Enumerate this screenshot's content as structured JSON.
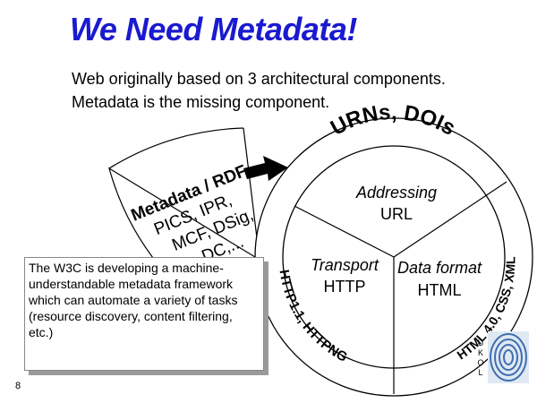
{
  "slide": {
    "title": "We Need Metadata!",
    "intro_line1": "Web originally based on 3 architectural components.",
    "intro_line2": "Metadata is the missing component.",
    "page_number": "8"
  },
  "wedge": {
    "lines": [
      "Metadata / RDF",
      "PICS, IPR,",
      "MCF, DSig,",
      "DC,..."
    ]
  },
  "circle": {
    "top_arc_label": "URNs, DOIs",
    "left_arc_label": "HTTP1.1, HTTPNG",
    "right_arc_label": "HTML 4.0, CSS, XML",
    "sectors": {
      "top": {
        "title": "Addressing",
        "sub": "URL"
      },
      "left": {
        "title": "Transport",
        "sub": "HTTP"
      },
      "right": {
        "title": "Data format",
        "sub": "HTML"
      }
    }
  },
  "callout": {
    "text": "The W3C is developing a machine-understandable metadata framework which can automate a variety of tasks (resource discovery, content filtering, etc.)"
  },
  "logo": {
    "letters": [
      "U",
      "K",
      "O",
      "L"
    ]
  }
}
